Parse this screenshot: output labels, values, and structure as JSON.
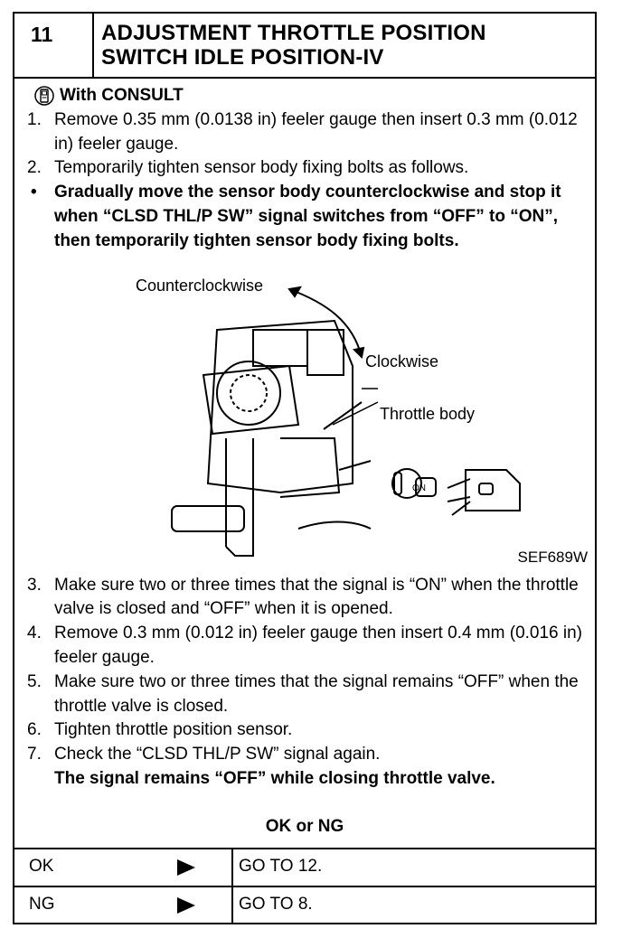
{
  "header": {
    "step_number": "11",
    "title_line1": "ADJUSTMENT THROTTLE POSITION",
    "title_line2": "SWITCH IDLE POSITION-IV"
  },
  "method": "With CONSULT",
  "steps_before": [
    {
      "num": "1.",
      "text": "Remove 0.35 mm (0.0138 in) feeler gauge then insert 0.3 mm (0.012 in) feeler gauge."
    },
    {
      "num": "2.",
      "text": "Temporarily tighten sensor body fixing bolts as follows."
    }
  ],
  "bullet": {
    "mark": "•",
    "text": "Gradually move the sensor body counterclockwise and stop it when “CLSD THL/P SW” signal switches from “OFF” to “ON”, then temporarily tighten sensor body fixing bolts."
  },
  "figure": {
    "label_ccw": "Counterclockwise",
    "label_cw": "Clockwise",
    "label_throttle": "Throttle  body",
    "switch_label": "ON",
    "code": "SEF689W"
  },
  "steps_after": [
    {
      "num": "3.",
      "text": "Make sure two or three times that the signal is “ON” when the throttle valve is closed and “OFF” when it is opened."
    },
    {
      "num": "4.",
      "text": "Remove 0.3 mm (0.012 in) feeler gauge then insert 0.4 mm (0.016 in) feeler gauge."
    },
    {
      "num": "5.",
      "text": "Make sure two or three times that the signal remains “OFF” when the throttle valve is closed."
    },
    {
      "num": "6.",
      "text": "Tighten throttle position sensor."
    },
    {
      "num": "7.",
      "text": "Check the “CLSD THL/P SW” signal again."
    }
  ],
  "step7_note": "The signal remains “OFF” while closing throttle valve.",
  "judgement": "OK or NG",
  "results": [
    {
      "result": "OK",
      "action": "GO TO 12."
    },
    {
      "result": "NG",
      "action": "GO TO 8."
    }
  ]
}
